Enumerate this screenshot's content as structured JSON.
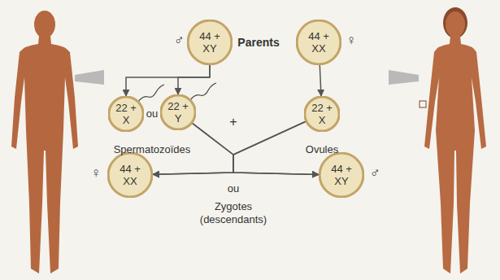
{
  "diagram": {
    "nodes": [
      {
        "text": [
          "44 + XY"
        ]
      },
      {
        "text": [
          "44 + XX"
        ]
      },
      {
        "text": [
          "22 + X"
        ]
      },
      {
        "text": [
          "22 + Y"
        ]
      },
      {
        "text": [
          "22 + X"
        ]
      },
      {
        "text": [
          "44 + XX"
        ]
      },
      {
        "text": [
          "44 + XY"
        ]
      }
    ],
    "edges": [
      {
        "from": 0,
        "to": 2,
        "arrow": "to"
      },
      {
        "from": 0,
        "to": 3,
        "arrow": "to"
      },
      {
        "from": 1,
        "to": 4,
        "arrow": "to"
      },
      {
        "from": 3,
        "to": 5,
        "arrow": "to"
      },
      {
        "from": 3,
        "to": 6,
        "arrow": "to"
      },
      {
        "from": 4,
        "to": 5,
        "arrow": "to"
      },
      {
        "from": 4,
        "to": 6,
        "arrow": "to"
      }
    ],
    "labels": [
      "♂",
      "Parents",
      "♀",
      "ou",
      "Spermatozoïdes",
      "+",
      "Ovules",
      "♀",
      "ou",
      "Zygotes (descendants)",
      "♂"
    ]
  }
}
